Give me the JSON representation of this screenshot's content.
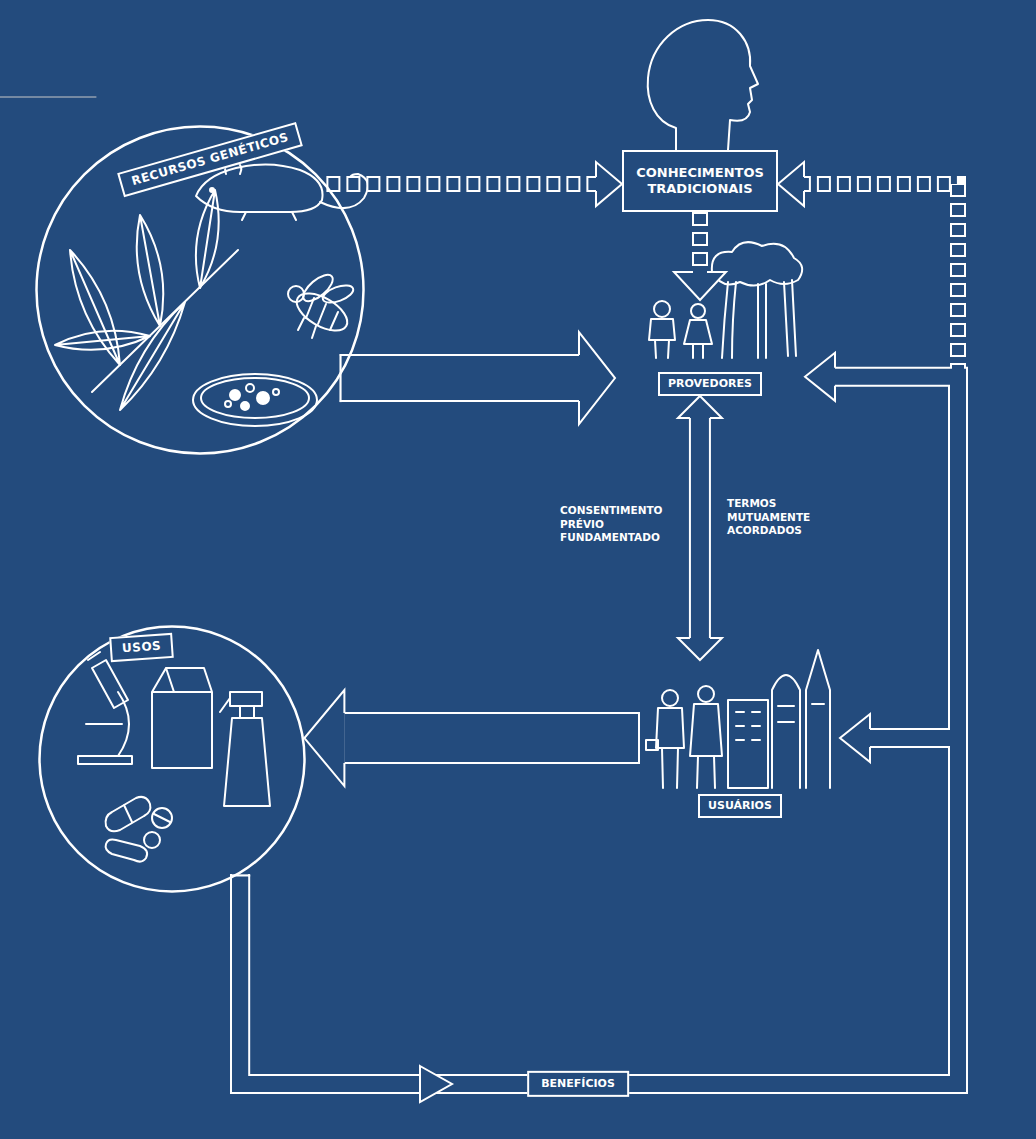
{
  "diagram": {
    "nodes": [
      {
        "text": [
          "RECURSOS GENÉTICOS"
        ]
      },
      {
        "text": [
          "CONHECIMENTOS TRADICIONAIS"
        ]
      },
      {
        "text": [
          "PROVEDORES"
        ]
      },
      {
        "text": [
          "USOS"
        ]
      },
      {
        "text": [
          "USUÁRIOS"
        ]
      }
    ],
    "edges": [
      {
        "from": 0,
        "to": 1,
        "arrow": "to"
      },
      {
        "from": 1,
        "to": 2,
        "arrow": "to"
      },
      {
        "from": 0,
        "to": 2,
        "arrow": "to"
      },
      {
        "from": 2,
        "to": 4,
        "arrow": "both",
        "label": "CONSENTIMENTO PRÉVIO FUNDAMENTADO"
      },
      {
        "from": 4,
        "to": 3,
        "arrow": "to"
      },
      {
        "from": 3,
        "to": 2,
        "arrow": "to",
        "label": "BENEFÍCIOS"
      },
      {
        "from": 3,
        "to": 4,
        "arrow": "to"
      },
      {
        "from": 3,
        "to": 1,
        "arrow": "to"
      }
    ],
    "labels": [
      "TERMOS MUTUAMENTE ACORDADOS"
    ]
  }
}
